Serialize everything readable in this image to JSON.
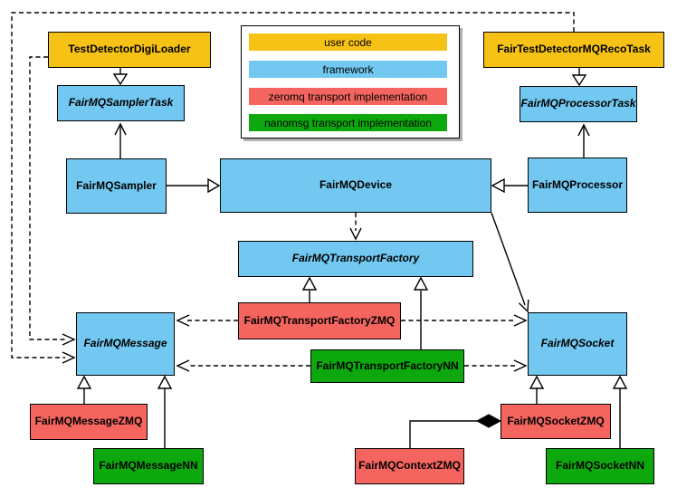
{
  "colors": {
    "user_code": "#F7C216",
    "framework": "#72C8F0",
    "zeromq": "#F5655F",
    "nanomsg": "#0DA80D",
    "line": "#000000",
    "background": "#FFFFFF"
  },
  "legend": {
    "items": [
      {
        "label": "user code",
        "color_key": "user_code"
      },
      {
        "label": "framework",
        "color_key": "framework"
      },
      {
        "label": "zeromq transport implementation",
        "color_key": "zeromq"
      },
      {
        "label": "nanomsg transport implementation",
        "color_key": "nanomsg"
      }
    ]
  },
  "nodes": {
    "test_detector_digi_loader": {
      "label": "TestDetectorDigiLoader",
      "category": "user code",
      "abstract": false
    },
    "fair_test_detector_mq_reco_task": {
      "label": "FairTestDetectorMQRecoTask",
      "category": "user code",
      "abstract": false
    },
    "fairmq_sampler_task": {
      "label": "FairMQSamplerTask",
      "category": "framework",
      "abstract": true
    },
    "fairmq_processor_task": {
      "label": "FairMQProcessorTask",
      "category": "framework",
      "abstract": true
    },
    "fairmq_sampler": {
      "label": "FairMQSampler",
      "category": "framework",
      "abstract": false
    },
    "fairmq_device": {
      "label": "FairMQDevice",
      "category": "framework",
      "abstract": false
    },
    "fairmq_processor": {
      "label": "FairMQProcessor",
      "category": "framework",
      "abstract": false
    },
    "fairmq_transport_factory": {
      "label": "FairMQTransportFactory",
      "category": "framework",
      "abstract": true
    },
    "fairmq_transport_factory_zmq": {
      "label": "FairMQTransportFactoryZMQ",
      "category": "zeromq",
      "abstract": false
    },
    "fairmq_transport_factory_nn": {
      "label": "FairMQTransportFactoryNN",
      "category": "nanomsg",
      "abstract": false
    },
    "fairmq_message": {
      "label": "FairMQMessage",
      "category": "framework",
      "abstract": true
    },
    "fairmq_socket": {
      "label": "FairMQSocket",
      "category": "framework",
      "abstract": true
    },
    "fairmq_message_zmq": {
      "label": "FairMQMessageZMQ",
      "category": "zeromq",
      "abstract": false
    },
    "fairmq_message_nn": {
      "label": "FairMQMessageNN",
      "category": "nanomsg",
      "abstract": false
    },
    "fairmq_context_zmq": {
      "label": "FairMQContextZMQ",
      "category": "zeromq",
      "abstract": false
    },
    "fairmq_socket_zmq": {
      "label": "FairMQSocketZMQ",
      "category": "zeromq",
      "abstract": false
    },
    "fairmq_socket_nn": {
      "label": "FairMQSocketNN",
      "category": "nanomsg",
      "abstract": false
    }
  },
  "edges": [
    {
      "from": "test_detector_digi_loader",
      "to": "fairmq_sampler_task",
      "type": "inheritance"
    },
    {
      "from": "fair_test_detector_mq_reco_task",
      "to": "fairmq_processor_task",
      "type": "inheritance"
    },
    {
      "from": "fairmq_sampler",
      "to": "fairmq_sampler_task",
      "type": "association"
    },
    {
      "from": "fairmq_processor",
      "to": "fairmq_processor_task",
      "type": "association"
    },
    {
      "from": "fairmq_sampler",
      "to": "fairmq_device",
      "type": "inheritance"
    },
    {
      "from": "fairmq_processor",
      "to": "fairmq_device",
      "type": "inheritance"
    },
    {
      "from": "fairmq_device",
      "to": "fairmq_transport_factory",
      "type": "dependency"
    },
    {
      "from": "fairmq_device",
      "to": "fairmq_socket",
      "type": "association"
    },
    {
      "from": "fairmq_transport_factory_zmq",
      "to": "fairmq_transport_factory",
      "type": "inheritance"
    },
    {
      "from": "fairmq_transport_factory_nn",
      "to": "fairmq_transport_factory",
      "type": "inheritance"
    },
    {
      "from": "fairmq_transport_factory_zmq",
      "to": "fairmq_message",
      "type": "dependency"
    },
    {
      "from": "fairmq_transport_factory_zmq",
      "to": "fairmq_socket",
      "type": "dependency"
    },
    {
      "from": "fairmq_transport_factory_nn",
      "to": "fairmq_message",
      "type": "dependency"
    },
    {
      "from": "fairmq_transport_factory_nn",
      "to": "fairmq_socket",
      "type": "dependency"
    },
    {
      "from": "test_detector_digi_loader",
      "to": "fairmq_message",
      "type": "dependency"
    },
    {
      "from": "fair_test_detector_mq_reco_task",
      "to": "fairmq_message",
      "type": "dependency"
    },
    {
      "from": "fairmq_message_zmq",
      "to": "fairmq_message",
      "type": "inheritance"
    },
    {
      "from": "fairmq_message_nn",
      "to": "fairmq_message",
      "type": "inheritance"
    },
    {
      "from": "fairmq_socket_zmq",
      "to": "fairmq_socket",
      "type": "inheritance"
    },
    {
      "from": "fairmq_socket_nn",
      "to": "fairmq_socket",
      "type": "inheritance"
    },
    {
      "from": "fairmq_socket_zmq",
      "to": "fairmq_context_zmq",
      "type": "composition"
    }
  ]
}
